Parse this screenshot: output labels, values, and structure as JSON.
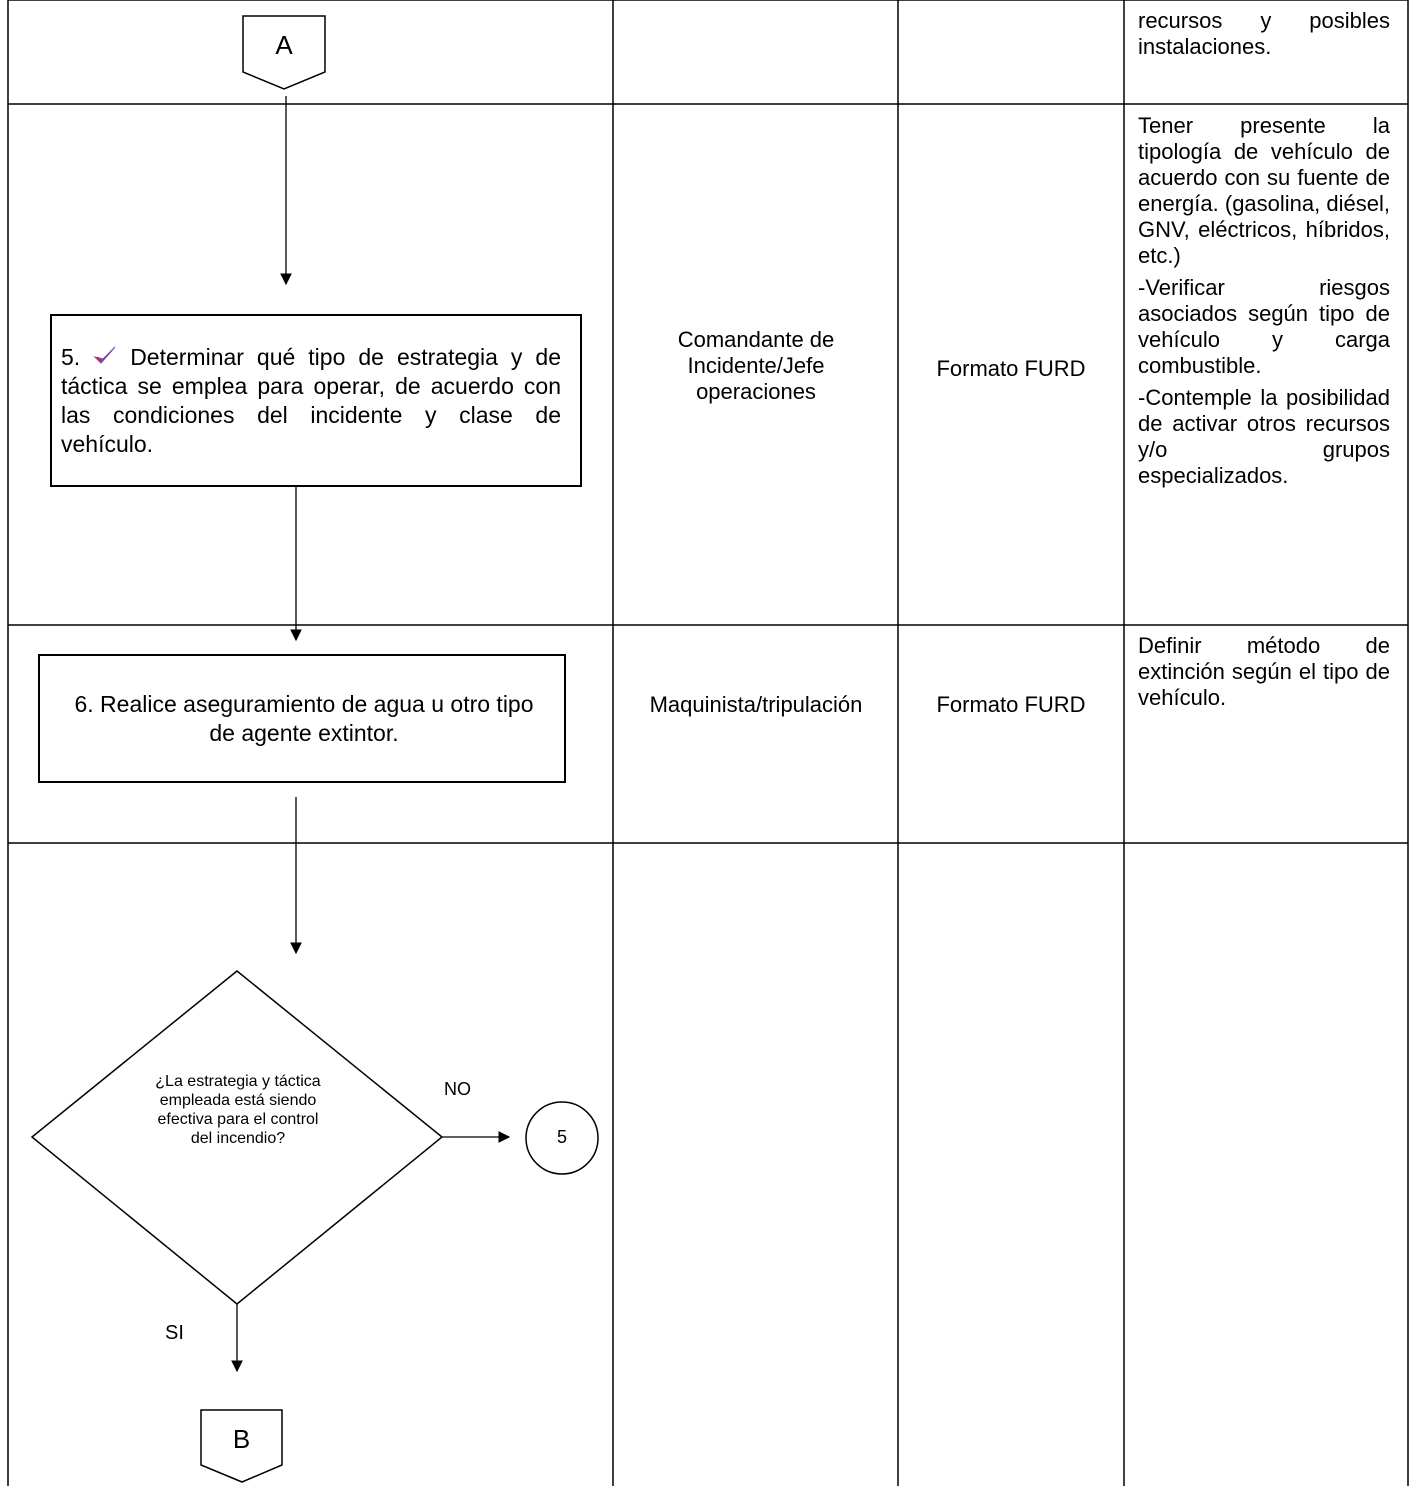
{
  "connectors": {
    "top": "A",
    "bottom": "B",
    "loop": "5"
  },
  "row_top": {
    "observations": "recursos y posibles instalaciones."
  },
  "step5": {
    "number": "5.",
    "text": "Determinar qué tipo de estrategia y de táctica se emplea para operar, de acuerdo con las condiciones del incidente y clase de vehículo.",
    "responsible": "Comandante de Incidente/Jefe operaciones",
    "record": "Formato FURD",
    "observations": [
      "Tener presente la tipología de vehículo de acuerdo con su fuente de energía. (gasolina, diésel, GNV, eléctricos, híbridos, etc.)",
      "-Verificar riesgos asociados según tipo de vehículo y carga combustible.",
      "-Contemple la posibilidad de activar otros recursos y/o grupos especializados."
    ]
  },
  "step6": {
    "text": "6.  Realice aseguramiento de agua u otro tipo de agente extintor.",
    "responsible": "Maquinista/tripulación",
    "record": "Formato FURD",
    "observations": "Definir método de extinción según el tipo de vehículo."
  },
  "decision": {
    "question": "¿La estrategia y táctica empleada está siendo efectiva   para el control del incendio?",
    "no_label": "NO",
    "yes_label": "SI"
  },
  "colors": {
    "line": "#000000",
    "check_mark": "#7a3fb5",
    "check_accent": "#d8283f"
  }
}
